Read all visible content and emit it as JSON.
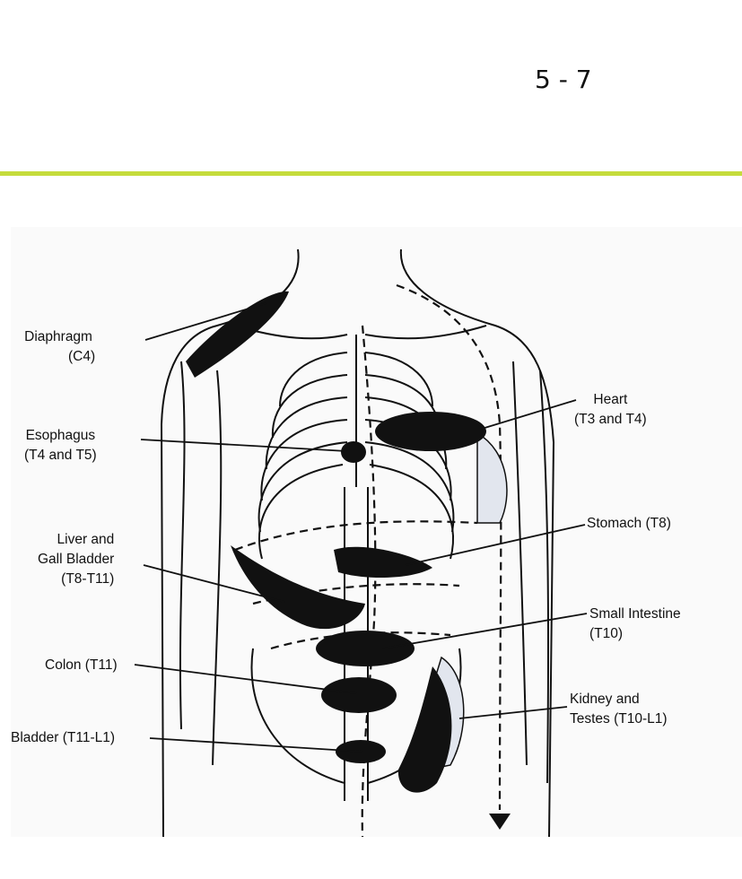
{
  "page": {
    "slide_number": "5 - 7",
    "accent_color": "#c5dc3c"
  },
  "labels": {
    "diaphragm": {
      "name": "Diaphragm",
      "level": "(C4)"
    },
    "esophagus": {
      "name": "Esophagus",
      "level": "(T4 and T5)"
    },
    "liver": {
      "name1": "Liver and",
      "name2": "Gall Bladder",
      "level": "(T8-T11)"
    },
    "colon": {
      "text": "Colon (T11)"
    },
    "bladder": {
      "text": "Bladder (T11-L1)"
    },
    "heart": {
      "name": "Heart",
      "level": "(T3 and T4)"
    },
    "stomach": {
      "text": "Stomach (T8)"
    },
    "small_intestine": {
      "name": "Small Intestine",
      "level": "(T10)"
    },
    "kidney": {
      "name": "Kidney and",
      "level": "Testes (T10-L1)"
    }
  }
}
